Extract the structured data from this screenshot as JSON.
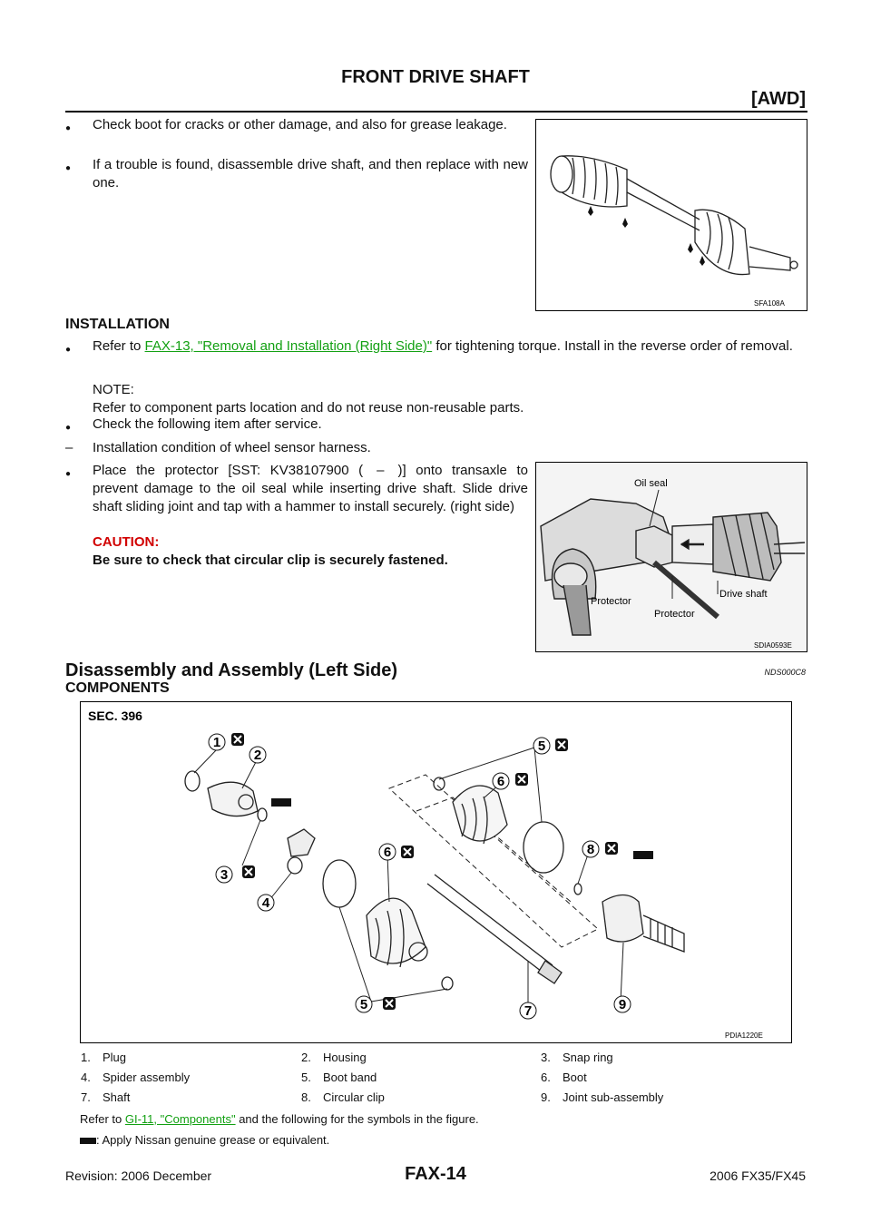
{
  "header": {
    "title": "FRONT DRIVE SHAFT",
    "subtitle": "[AWD]"
  },
  "bullets_top": [
    "Check boot for cracks or other damage, and also for grease leakage.",
    "If a trouble is found, disassemble drive shaft, and then replace with new one."
  ],
  "figure1": {
    "code": "SFA108A"
  },
  "installation": {
    "heading": "INSTALLATION",
    "item1_pre": "Refer to ",
    "item1_link": "FAX-13, \"Removal and Installation (Right Side)\"",
    "item1_post": " for tightening torque. Install in the reverse order of removal.",
    "note_label": "NOTE:",
    "note_text": "Refer to component parts location and do not reuse non-reusable parts.",
    "item2": "Check the following item after service.",
    "subitem": "Installation condition of wheel sensor harness.",
    "item3": "Place the protector [SST: KV38107900 ( – )] onto transaxle to prevent damage to the oil seal while inserting drive shaft. Slide drive shaft sliding joint and tap with a hammer to install securely. (right side)",
    "caution_label": "CAUTION:",
    "caution_text": "Be sure to check that circular clip is securely fastened."
  },
  "figure2": {
    "code": "SDIA0593E",
    "labels": {
      "oil_seal": "Oil seal",
      "protector1": "Protector",
      "protector2": "Protector",
      "drive_shaft": "Drive shaft"
    }
  },
  "section": {
    "title": "Disassembly and Assembly (Left Side)",
    "code": "NDS000C8",
    "subheading": "COMPONENTS"
  },
  "figure3": {
    "sec": "SEC. 396",
    "code": "PDIA1220E",
    "callouts": [
      "1",
      "2",
      "3",
      "4",
      "5",
      "5",
      "6",
      "6",
      "7",
      "8",
      "9"
    ]
  },
  "legend": {
    "rows": [
      [
        "1.",
        "Plug",
        "2.",
        "Housing",
        "3.",
        "Snap ring"
      ],
      [
        "4.",
        "Spider assembly",
        "5.",
        "Boot band",
        "6.",
        "Boot"
      ],
      [
        "7.",
        "Shaft",
        "8.",
        "Circular clip",
        "9.",
        "Joint sub-assembly"
      ]
    ],
    "refer_pre": "Refer to ",
    "refer_link": "GI-11, \"Components\"",
    "refer_post": " and the following for the symbols in the figure.",
    "grease_note": ": Apply Nissan genuine grease or equivalent."
  },
  "footer": {
    "page": "FAX-14",
    "revision": "Revision: 2006 December",
    "model": "2006 FX35/FX45"
  },
  "colors": {
    "link": "#12a012",
    "caution": "#d10000",
    "text": "#111111"
  }
}
